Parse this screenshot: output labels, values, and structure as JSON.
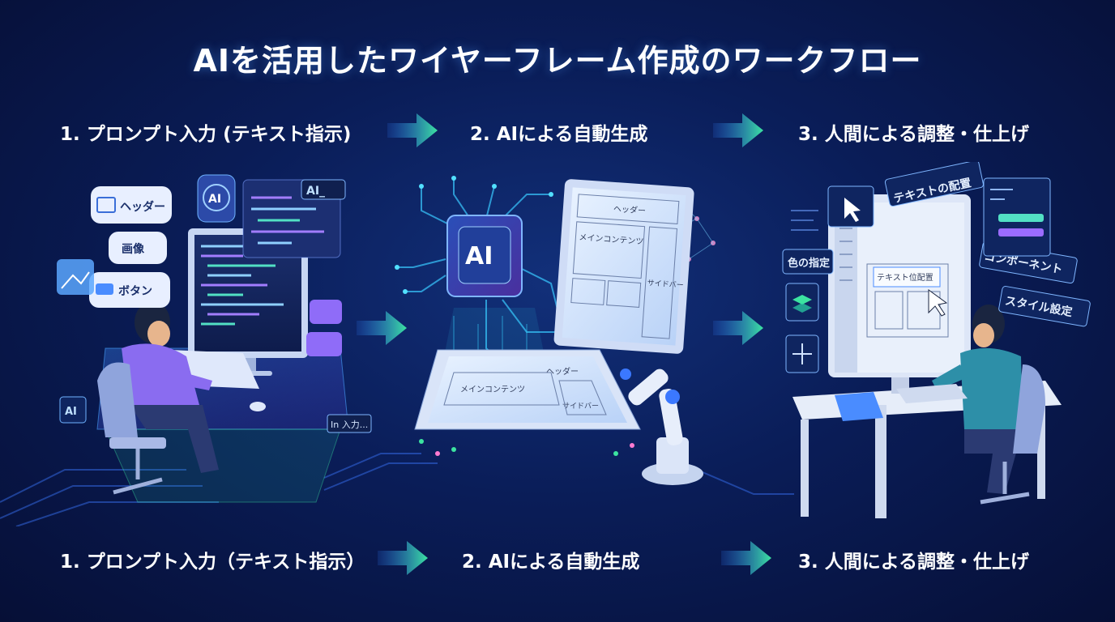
{
  "title": "AIを活用したワイヤーフレーム作成のワークフロー",
  "steps": [
    {
      "label": "1. プロンプト入力 (テキスト指示)"
    },
    {
      "label": "2. AIによる自動生成"
    },
    {
      "label": "3. 人間による調整・仕上げ"
    }
  ],
  "steps_bottom": [
    {
      "label": "1. プロンプト入力（テキスト指示）"
    },
    {
      "label": "2. AIによる自動生成"
    },
    {
      "label": "3. 人間による調整・仕上げ"
    }
  ],
  "panel1": {
    "bubbles": [
      "ヘッダー",
      "画像",
      "ボタン"
    ],
    "ai_badge": "AI",
    "ai_prompt": "AI_",
    "chip": "AI",
    "input_tag": "In 入力..."
  },
  "panel2": {
    "chip": "AI",
    "monitor_header": "ヘッダー",
    "monitor_main": "メインコンテンツ",
    "monitor_side": "サイドバー",
    "tablet_header": "ヘッダー",
    "tablet_main": "メインコンテンツ",
    "tablet_side": "サイドバー"
  },
  "panel3": {
    "tags": [
      "テキストの配置",
      "色の指定",
      "コンポーネント",
      "スタイル設定"
    ],
    "screen_label": "テキスト位配置"
  },
  "colors": {
    "accent_cyan": "#3fe0e8",
    "accent_green": "#3ce3a0",
    "accent_purple": "#9b6cff",
    "bg_dark": "#07123d"
  }
}
